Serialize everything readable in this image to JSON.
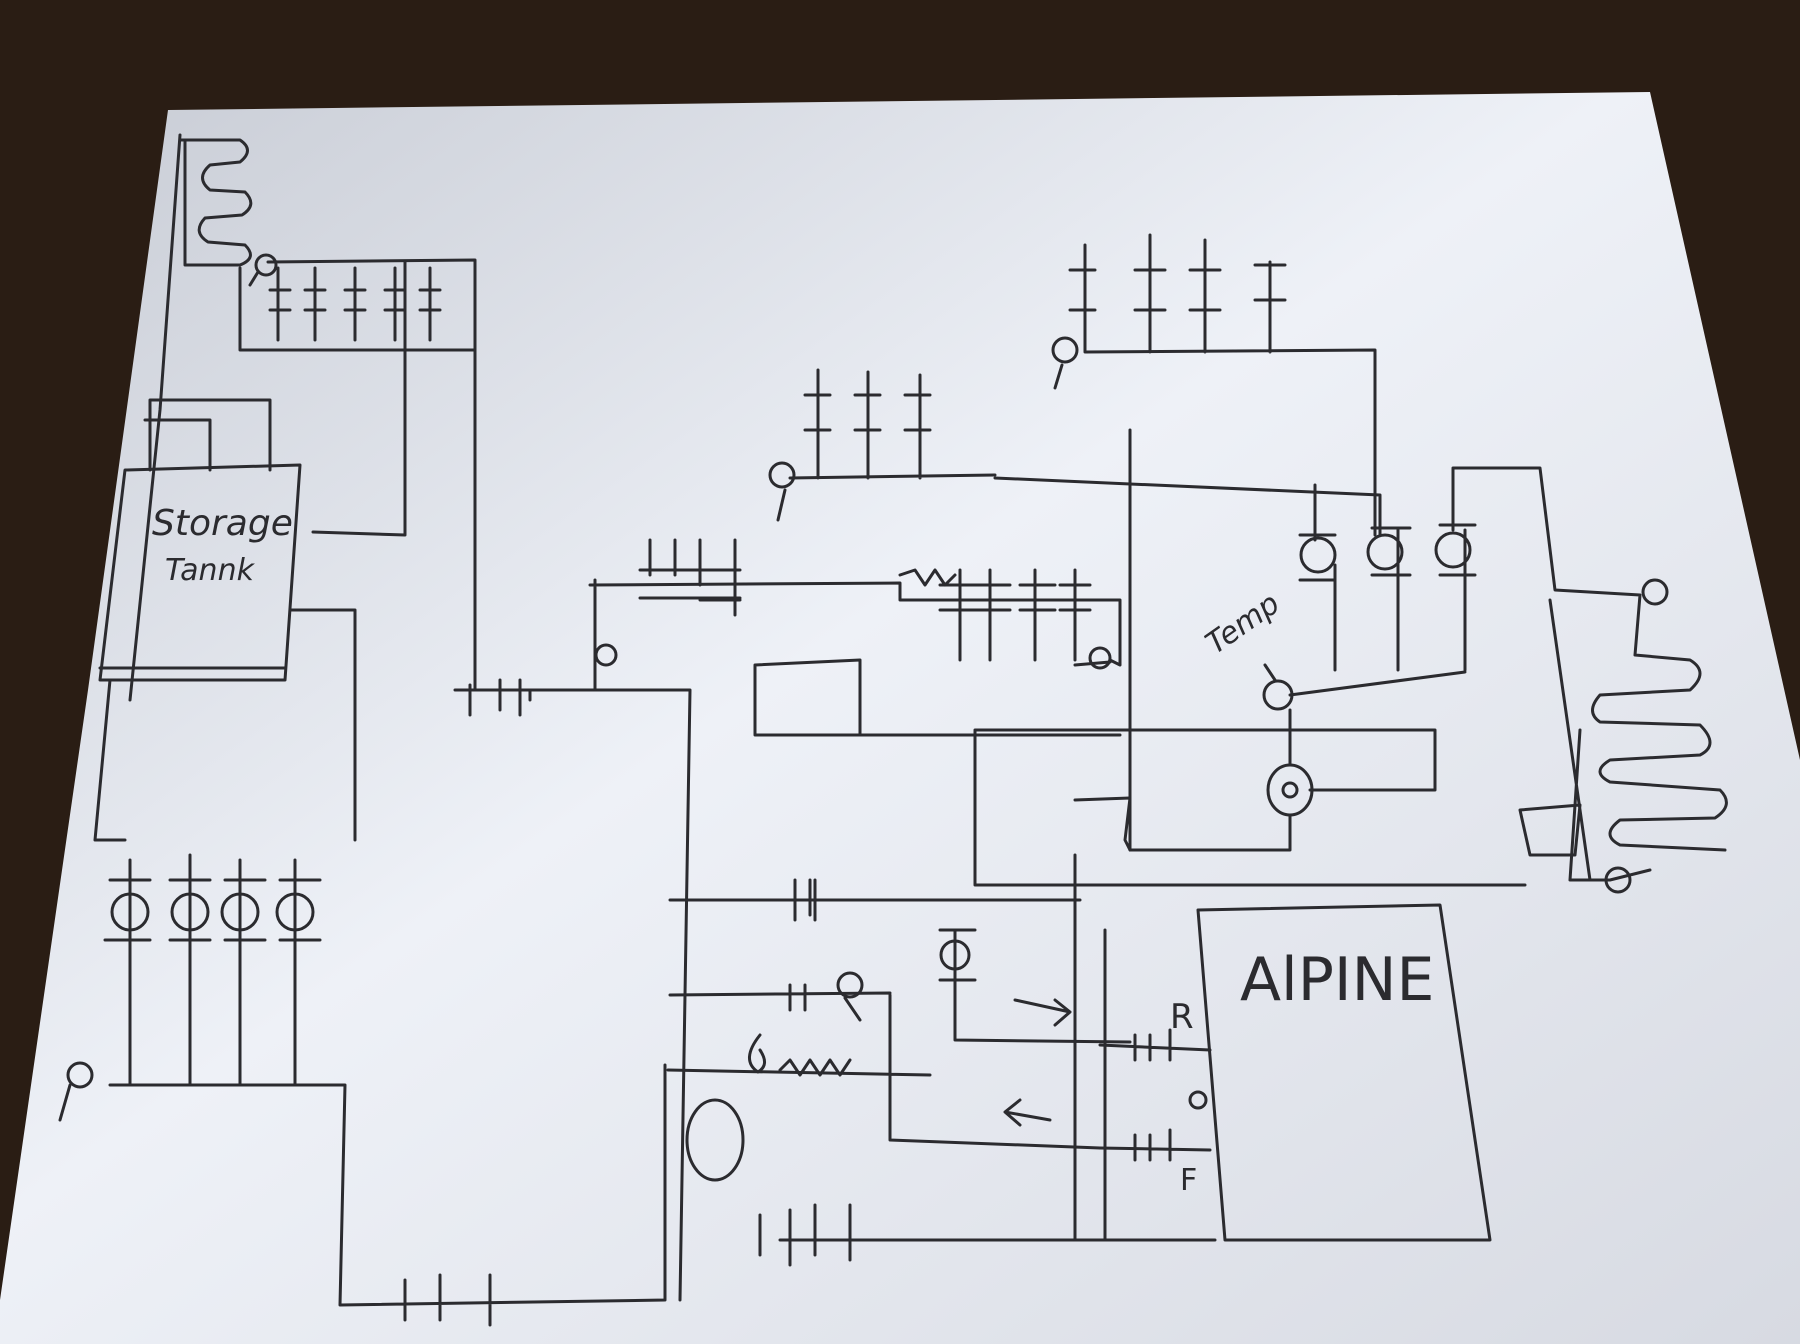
{
  "labels": {
    "storage_line1": "Storage",
    "storage_line2": "Tannk",
    "temp": "Temp",
    "alpine": "AlPINE",
    "port_r": "R",
    "port_f": "F",
    "arrow_right": "→",
    "arrow_left": "←"
  },
  "colors": {
    "paper": "#e9ecf3",
    "ink": "#2b2b2f",
    "background": "#2a1d14"
  }
}
